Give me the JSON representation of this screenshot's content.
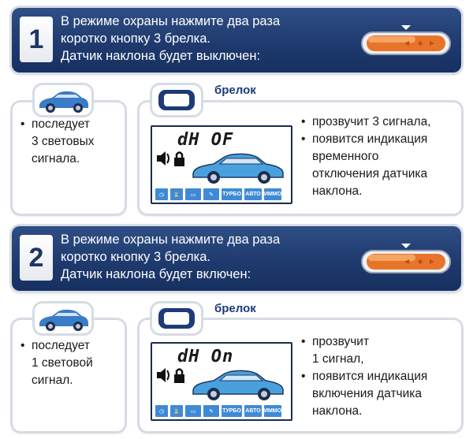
{
  "steps": [
    {
      "number": "1",
      "text_lines": [
        "В режиме охраны нажмите два раза",
        "коротко кнопку 3 брелка.",
        "Датчик наклона будет выключен:"
      ],
      "car_bullet_lines": [
        "последует",
        "3 световых",
        "сигнала."
      ],
      "fob_label": "брелок",
      "lcd_code": "dH OF",
      "fob_bullets": [
        [
          "прозвучит 3 сигнала,"
        ],
        [
          "появится индикация",
          "временного",
          "отключения датчика",
          "наклона."
        ]
      ]
    },
    {
      "number": "2",
      "text_lines": [
        "В режиме охраны нажмите два раза",
        "коротко кнопку 3 брелка.",
        "Датчик наклона будет включен:"
      ],
      "car_bullet_lines": [
        "последует",
        "1 световой",
        "сигнал."
      ],
      "fob_label": "брелок",
      "lcd_code": "dH On",
      "fob_bullets": [
        [
          "прозвучит",
          "1 сигнал,"
        ],
        [
          "появится индикация",
          "включения датчика",
          "наклона."
        ]
      ]
    }
  ],
  "lcd_icons": [
    "ТУРБО",
    "АВТО",
    "ИММО"
  ],
  "bullet_symbol": "•",
  "colors": {
    "accent": "#1f3a6e",
    "fob_orange": "#e8742a",
    "car_blue": "#3a7cc6",
    "lcd_icon": "#3f8ad6"
  }
}
